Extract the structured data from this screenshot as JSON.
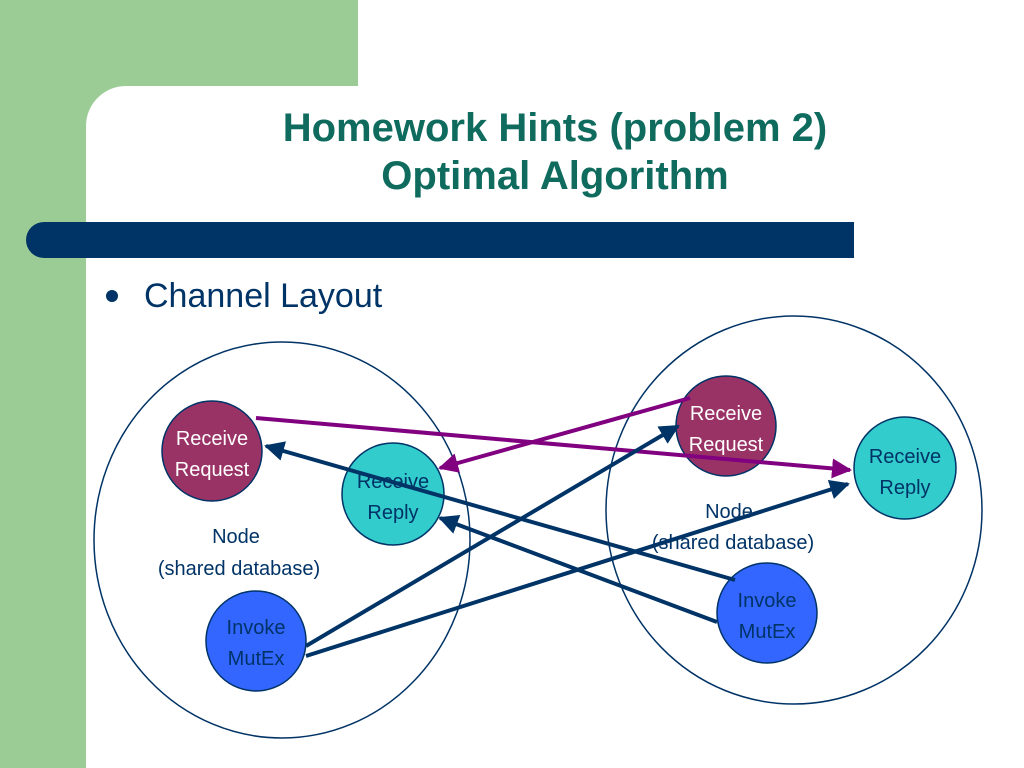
{
  "slide": {
    "title_line1": "Homework Hints (problem 2)",
    "title_line2": "Optimal Algorithm",
    "bullet": "Channel Layout"
  },
  "colors": {
    "background_band": "#9ccc96",
    "title": "#0f6b5e",
    "rule_bar": "#003366",
    "receive_request": "#993366",
    "receive_reply": "#33cccc",
    "invoke_mutex": "#3366ff",
    "request_arrow": "#800080",
    "reply_arrow": "#003366"
  },
  "diagram": {
    "left_node": {
      "label_line1": "Node",
      "label_line2": "(shared database)",
      "receive_request": [
        "Receive",
        "Request"
      ],
      "receive_reply": [
        "Receive",
        "Reply"
      ],
      "invoke_mutex": [
        "Invoke",
        "MutEx"
      ]
    },
    "right_node": {
      "label_line1": "Node",
      "label_line2": "(shared database)",
      "receive_request": [
        "Receive",
        "Request"
      ],
      "receive_reply": [
        "Receive",
        "Reply"
      ],
      "invoke_mutex": [
        "Invoke",
        "MutEx"
      ]
    }
  }
}
